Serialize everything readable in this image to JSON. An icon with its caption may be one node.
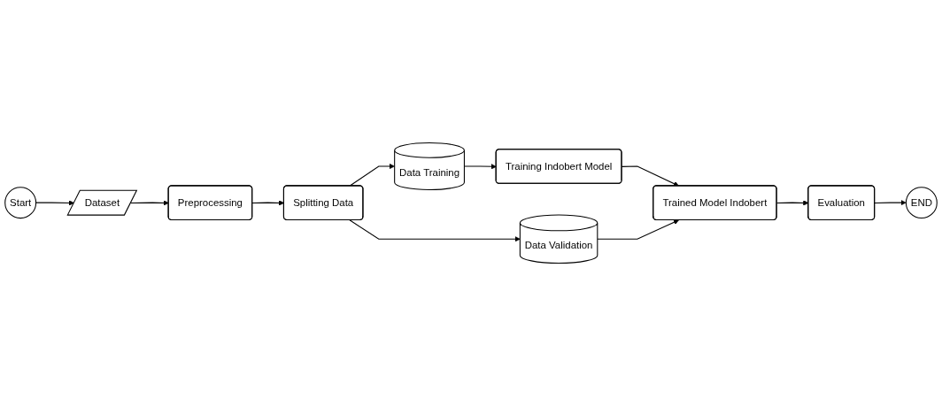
{
  "diagram": {
    "nodes": [
      {
        "text": [
          "Start"
        ]
      },
      {
        "text": [
          "Dataset"
        ]
      },
      {
        "text": [
          "Preprocessing"
        ]
      },
      {
        "text": [
          "Splitting Data"
        ]
      },
      {
        "text": [
          "Data Training"
        ]
      },
      {
        "text": [
          "Training Indobert Model"
        ]
      },
      {
        "text": [
          "Data Validation"
        ]
      },
      {
        "text": [
          "Trained Model Indobert"
        ]
      },
      {
        "text": [
          "Evaluation"
        ]
      },
      {
        "text": [
          "END"
        ]
      }
    ],
    "edges": [
      {
        "from": 0,
        "to": 1,
        "arrow": "to"
      },
      {
        "from": 1,
        "to": 2,
        "arrow": "to"
      },
      {
        "from": 2,
        "to": 3,
        "arrow": "to"
      },
      {
        "from": 3,
        "to": 4,
        "arrow": "to"
      },
      {
        "from": 4,
        "to": 5,
        "arrow": "to"
      },
      {
        "from": 3,
        "to": 6,
        "arrow": "to"
      },
      {
        "from": 5,
        "to": 7,
        "arrow": "to"
      },
      {
        "from": 6,
        "to": 7,
        "arrow": "to"
      },
      {
        "from": 7,
        "to": 8,
        "arrow": "to"
      },
      {
        "from": 8,
        "to": 9,
        "arrow": "to"
      }
    ]
  }
}
